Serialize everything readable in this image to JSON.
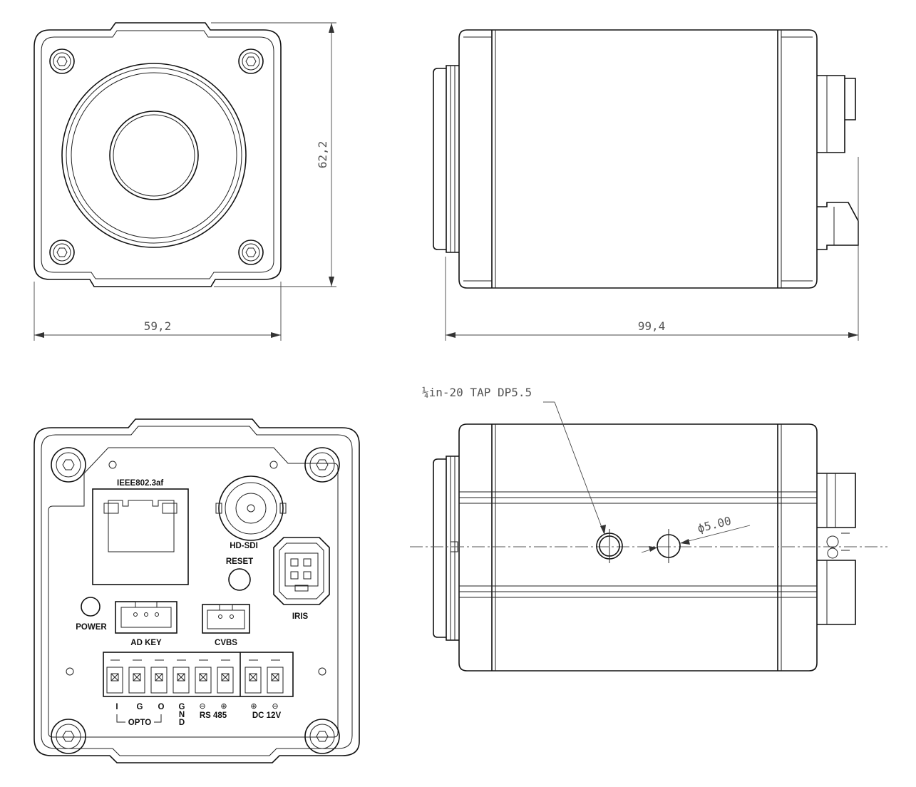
{
  "front_view": {
    "width_dim": "59,2",
    "height_dim": "62,2"
  },
  "side_view": {
    "length_dim": "99,4"
  },
  "bottom_view": {
    "tap_note": "¼in-20 TAP DP5.5",
    "hole_dim": "ϕ5.00"
  },
  "rear_panel": {
    "ethernet_label": "IEEE802.3af",
    "hdsdi_label": "HD-SDI",
    "reset_label": "RESET",
    "iris_label": "IRIS",
    "power_label": "POWER",
    "adkey_label": "AD KEY",
    "cvbs_label": "CVBS",
    "terminal_i": "I",
    "terminal_g": "G",
    "terminal_o": "O",
    "gnd_g": "G",
    "gnd_n": "N",
    "gnd_d": "D",
    "rs485_minus": "⊖",
    "rs485_plus": "⊕",
    "dc_plus": "⊕",
    "dc_minus": "⊖",
    "opto_label": "OPTO",
    "rs485_label": "RS 485",
    "dc_label": "DC 12V"
  }
}
